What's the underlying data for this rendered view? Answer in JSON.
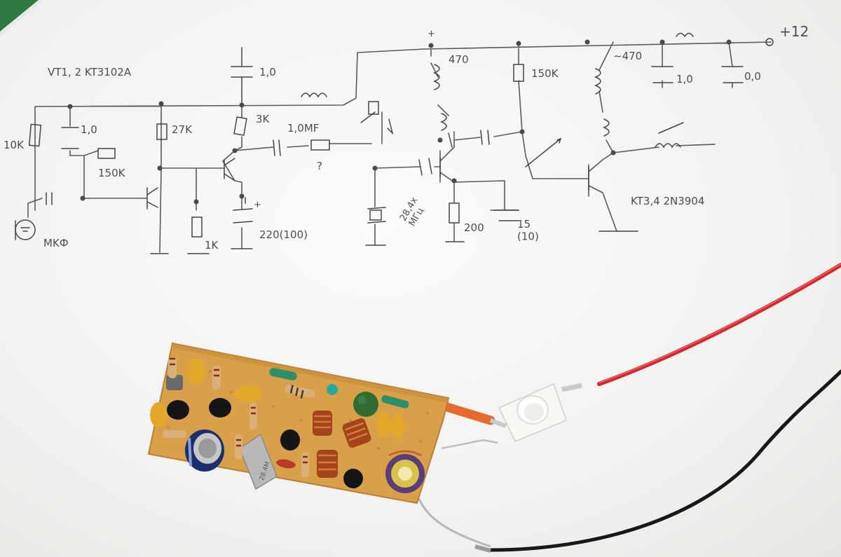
{
  "schematic": {
    "transistors_1_2": "VT1, 2  KT3102A",
    "transistors_3_4": "KT3,4  2N3904",
    "supply": "+12",
    "labels": {
      "r_10k": "10K",
      "c_1_0_left": "1,0",
      "r_150k_left": "150K",
      "r_27k": "27K",
      "c_1_0_top": "1,0",
      "r_3k": "3K",
      "r_1k": "1K",
      "c_220": "220(100)",
      "c_1mf": "1,0MF",
      "question": "?",
      "r_470_mid": "470",
      "r_150k_right": "150K",
      "r_470_right": "~470",
      "c_1_0_right": "1,0",
      "c_0_0_right": "0,0",
      "crystal": "28,4x\nMГц",
      "r_200": "200",
      "c_15": "15\n(10)",
      "mic": "MKФ"
    }
  },
  "board": {
    "crystal_marking": "28.4M",
    "wire_colors": {
      "positive": "#d8242c",
      "negative": "#1a1a1a",
      "pcb": "#d9a04a"
    }
  }
}
